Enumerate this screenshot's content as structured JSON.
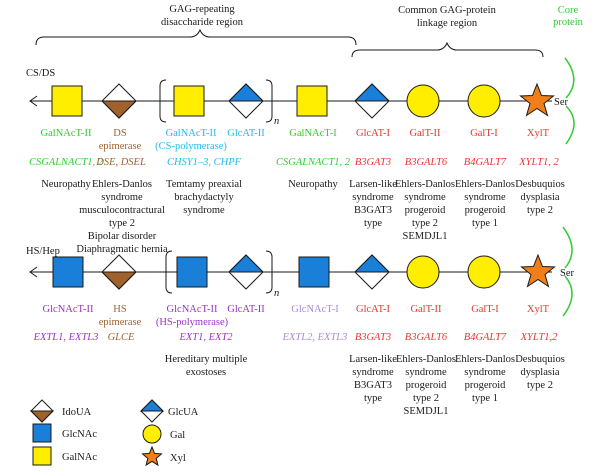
{
  "colors": {
    "glcnac": "#1a7fd8",
    "galnac": "#ffee00",
    "gal": "#ffee00",
    "idoua": "#a0612b",
    "glcua": "#1a7fd8",
    "xyl": "#f07f1a",
    "green": "#33cc33",
    "brown": "#a0612b",
    "cyan": "#22bbee",
    "red": "#ee3333",
    "purple": "#9933cc",
    "lavender": "#a98bd8"
  },
  "headers": {
    "gag_line1": "GAG-repeating",
    "gag_line2": "disaccharide region",
    "link_line1": "Common GAG-protein",
    "link_line2": "linkage region",
    "core_line1": "Core",
    "core_line2": "protein"
  },
  "chain1": {
    "name": "CS/DS",
    "ser": "Ser",
    "n": "n",
    "enzymes": [
      {
        "text": "GalNAcT-II",
        "color": "green"
      },
      {
        "text": "DS",
        "text2": "epimerase",
        "color": "brown"
      },
      {
        "text": "GalNAcT-II",
        "text2": "(CS-polymerase)",
        "color": "cyan"
      },
      {
        "text": "GlcAT-II",
        "color": "cyan"
      },
      {
        "text": "GalNAcT-I",
        "color": "green"
      },
      {
        "text": "GlcAT-I",
        "color": "red"
      },
      {
        "text": "GalT-II",
        "color": "red"
      },
      {
        "text": "GalT-I",
        "color": "red"
      },
      {
        "text": "XylT",
        "color": "red"
      }
    ],
    "genes": [
      {
        "text": "CSGALNACT1, 2",
        "color": "green"
      },
      {
        "text": "DSE, DSEL",
        "color": "brown"
      },
      {
        "text": "CHSY1–3, CHPF",
        "color": "cyan"
      },
      {
        "text": "CSGALNACT1, 2",
        "color": "green"
      },
      {
        "text": "B3GAT3",
        "color": "red"
      },
      {
        "text": "B3GALT6",
        "color": "red"
      },
      {
        "text": "B4GALT7",
        "color": "red"
      },
      {
        "text": "XYLT1, 2",
        "color": "red"
      }
    ],
    "diseases": [
      [
        "Neuropathy"
      ],
      [
        "Ehlers-Danlos",
        "syndrome",
        "musculocontractural",
        "type 2",
        "Bipolar disorder",
        "Diaphragmatic hernia"
      ],
      [
        "Temtamy preaxial",
        "brachydactyly",
        "syndrome"
      ],
      [
        "Neuropathy"
      ],
      [
        "Larsen-like",
        "syndrome",
        "B3GAT3",
        "type"
      ],
      [
        "Ehlers-Danlos",
        "syndrome",
        "progeroid",
        "type 2",
        "SEMDJL1"
      ],
      [
        "Ehlers-Danlos",
        "syndrome",
        "progeroid",
        "type 1"
      ],
      [
        "Desbuquios",
        "dysplasia",
        "type 2"
      ]
    ]
  },
  "chain2": {
    "name": "HS/Hep",
    "ser": "Ser",
    "n": "n",
    "enzymes": [
      {
        "text": "GlcNAcT-II",
        "color": "purple"
      },
      {
        "text": "HS",
        "text2": "epimerase",
        "color": "brown"
      },
      {
        "text": "GlcNAcT-II",
        "text2": "(HS-polymerase)",
        "color": "purple"
      },
      {
        "text": "GlcAT-II",
        "color": "purple"
      },
      {
        "text": "GlcNAcT-I",
        "color": "lavender"
      },
      {
        "text": "GlcAT-I",
        "color": "red"
      },
      {
        "text": "GalT-II",
        "color": "red"
      },
      {
        "text": "GalT-I",
        "color": "red"
      },
      {
        "text": "XylT",
        "color": "red"
      }
    ],
    "genes": [
      {
        "text": "EXTL1, EXTL3",
        "color": "purple"
      },
      {
        "text": "GLCE",
        "color": "brown"
      },
      {
        "text": "EXT1, EXT2",
        "color": "purple"
      },
      {
        "text": "EXTL2, EXTL3",
        "color": "lavender"
      },
      {
        "text": "B3GAT3",
        "color": "red"
      },
      {
        "text": "B3GALT6",
        "color": "red"
      },
      {
        "text": "B4GALT7",
        "color": "red"
      },
      {
        "text": "XYLT1,2",
        "color": "red"
      }
    ],
    "diseases": [
      [
        "Hereditary multiple",
        "exostoses"
      ],
      [
        "Larsen-like",
        "syndrome",
        "B3GAT3",
        "type"
      ],
      [
        "Ehlers-Danlos",
        "syndrome",
        "progeroid",
        "type 2",
        "SEMDJL1"
      ],
      [
        "Ehlers-Danlos",
        "syndrome",
        "progeroid",
        "type 1"
      ],
      [
        "Desbuquios",
        "dysplasia",
        "type 2"
      ]
    ]
  },
  "legend": {
    "idoua": "IdoUA",
    "glcnac": "GlcNAc",
    "galnac": "GalNAc",
    "glcua": "GlcUA",
    "gal": "Gal",
    "xyl": "Xyl"
  }
}
